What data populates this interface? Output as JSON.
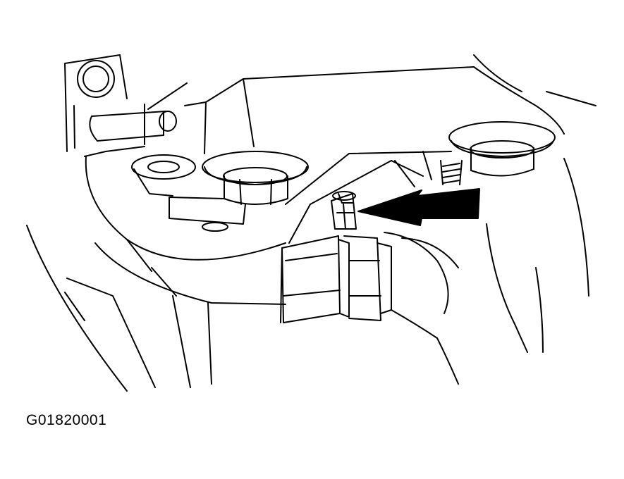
{
  "figure": {
    "id_label": "G01820001",
    "subject": "bolt-with-arrow-indicator",
    "style": "black-line-drawing"
  },
  "colors": {
    "background": "#ffffff",
    "line": "#000000",
    "arrow_fill": "#000000"
  }
}
